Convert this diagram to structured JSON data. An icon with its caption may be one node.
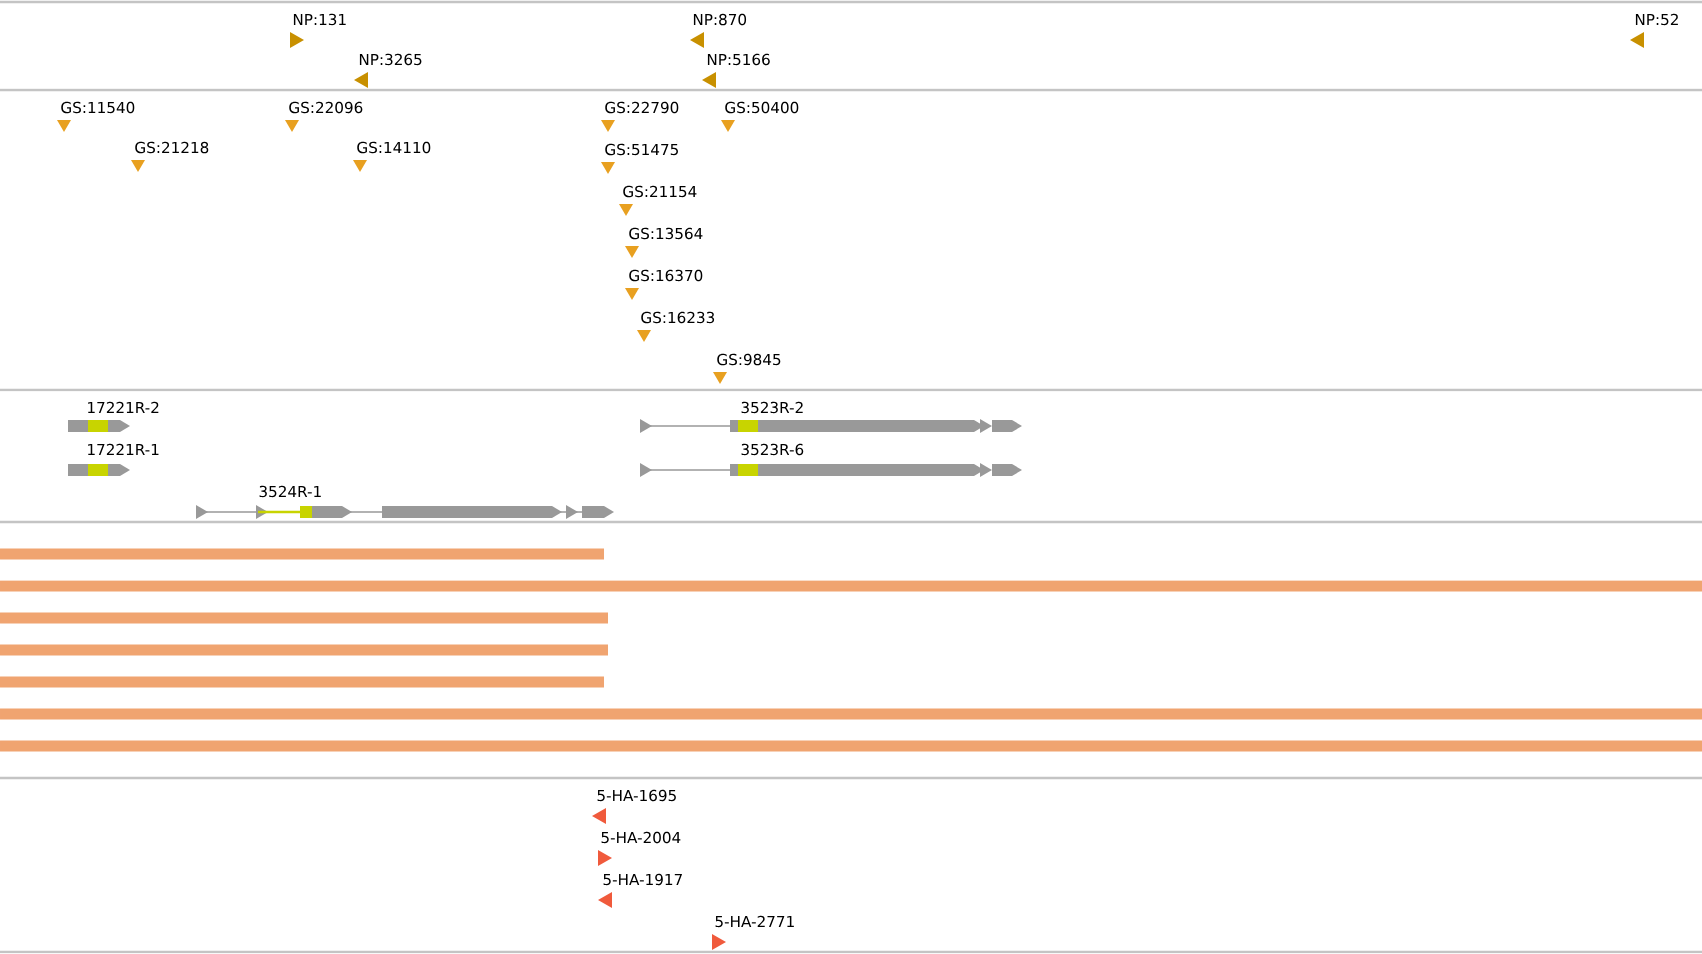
{
  "diagram": {
    "labels": [
      "NP:131",
      "NP:870",
      "NP:52",
      "NP:3265",
      "NP:5166",
      "GS:11540",
      "GS:22096",
      "GS:22790",
      "GS:50400",
      "GS:21218",
      "GS:14110",
      "GS:51475",
      "GS:21154",
      "GS:13564",
      "GS:16370",
      "GS:16233",
      "GS:9845",
      "17221R-2",
      "3523R-2",
      "17221R-1",
      "3523R-6",
      "3524R-1",
      "5-HA-1695",
      "5-HA-2004",
      "5-HA-1917",
      "5-HA-2771"
    ]
  }
}
